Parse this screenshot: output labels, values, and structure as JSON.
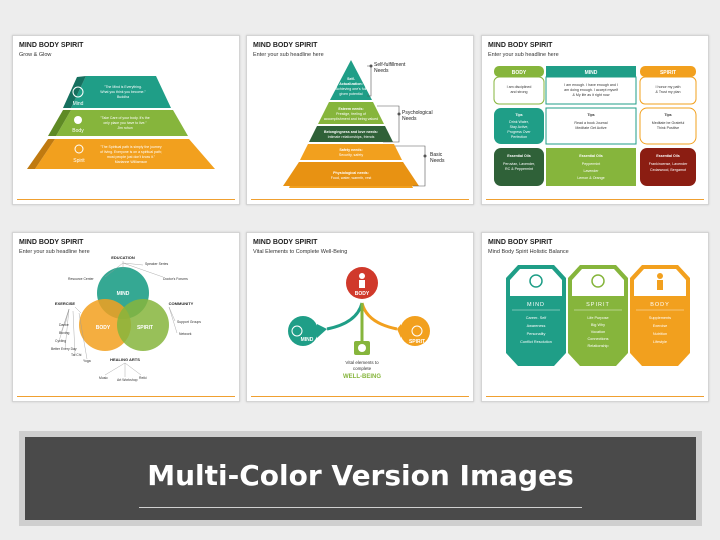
{
  "title": "MIND BODY SPIRIT",
  "banner": "Multi-Color Version Images",
  "colors": {
    "teal": "#1f9e87",
    "green": "#86b53c",
    "orange": "#f2a01e",
    "red": "#d0392b",
    "darkgreen": "#2f6138",
    "darkred": "#8b1d12"
  },
  "s1": {
    "sub": "Grow & Glow",
    "labels": [
      "Mind",
      "Body",
      "Spirit"
    ],
    "q1": [
      "\"The Mind is Everything.",
      "What you think you become.\"",
      "Buddha"
    ],
    "q2": [
      "\"Take Care of your body. It's the",
      "only place you have to live.\"",
      "Jim rohun"
    ],
    "q3": [
      "\"The Spiritual path is simply the journey",
      "of living. Everyone is on a spiritual path;",
      "most people just don't know it.\"",
      "Marianne Williamson"
    ]
  },
  "s2": {
    "sub": "Enter your sub headline here",
    "l1": [
      "Self-",
      "Actualization:",
      "Achieving one's full",
      "given potential"
    ],
    "l2": [
      "Esteem needs:",
      "Prestige, feeling of",
      "accomplishment and being valued"
    ],
    "l3": [
      "Belongingness and love needs:",
      "Intimate relationships, friends"
    ],
    "l4": [
      "Safety needs:",
      "Security, safety"
    ],
    "l5": [
      "Physiological needs:",
      "Food, water, warmth, rest"
    ],
    "side": [
      [
        "Self-fulfillment",
        "Needs"
      ],
      [
        "Psychological",
        "Needs"
      ],
      [
        "Basic",
        "Needs"
      ]
    ]
  },
  "s3": {
    "sub": "Enter your sub headline here",
    "heads": [
      "BODY",
      "MIND",
      "SPIRIT"
    ],
    "row1": [
      [
        "I am disciplined",
        "and strong"
      ],
      [
        "I am enough. I have enough and I",
        "am doing enough. I accept myself",
        "& My life as it right now"
      ],
      [
        "I honor my path",
        "& Trust my plan"
      ]
    ],
    "tips_label": "Tips",
    "row2": [
      [
        "Drink Water,",
        "Stay Active,",
        "Progress Over",
        "Perfection"
      ],
      [
        "Read a book Journal",
        "Meditate Get Active"
      ],
      [
        "Meditate be Grateful",
        "Think Positive"
      ]
    ],
    "row3_title": "Essential Oils",
    "row3": [
      [
        "Peruvian, Lavender,",
        "RC & Peppermint"
      ],
      [
        "Peppermint",
        "Lavender",
        "Lemon & Orange"
      ],
      [
        "Frankincense, Lavender",
        "Cedarwood, Bergamot"
      ]
    ]
  },
  "s4": {
    "sub": "Enter your sub headline here",
    "circles": [
      "MIND",
      "BODY",
      "SPIRIT"
    ],
    "cats": [
      "EDUCATION",
      "EXERCISE",
      "COMMUNITY",
      "HEALING ARTS"
    ],
    "items": [
      "Speaker Series",
      "Resource Center",
      "Doctor's Forums",
      "Dance",
      "Boxing",
      "Cycling",
      "Better Every Day",
      "Tai Chi",
      "Yoga",
      "Support Groups",
      "Network",
      "Music",
      "Art Workshop",
      "Reiki"
    ]
  },
  "s5": {
    "sub": "Vital Elements to Complete Well-Being",
    "nodes": [
      "BODY",
      "MIND",
      "SPIRIT"
    ],
    "center": [
      "Vital elements to",
      "complete"
    ],
    "wb": "WELL-BEING"
  },
  "s6": {
    "sub": "Mind Body Spirit Holistic Balance",
    "cols": [
      {
        "name": "MIND",
        "items": [
          "Career- Self",
          "Awareness",
          "Personality",
          "Conflict Resolution"
        ]
      },
      {
        "name": "SPIRIT",
        "items": [
          "Life Purpose",
          "Big Why",
          "Vocation",
          "Connections",
          "Relationship"
        ]
      },
      {
        "name": "BODY",
        "items": [
          "Supplements",
          "Exercise",
          "Nutrition",
          "Lifestyle"
        ]
      }
    ]
  }
}
